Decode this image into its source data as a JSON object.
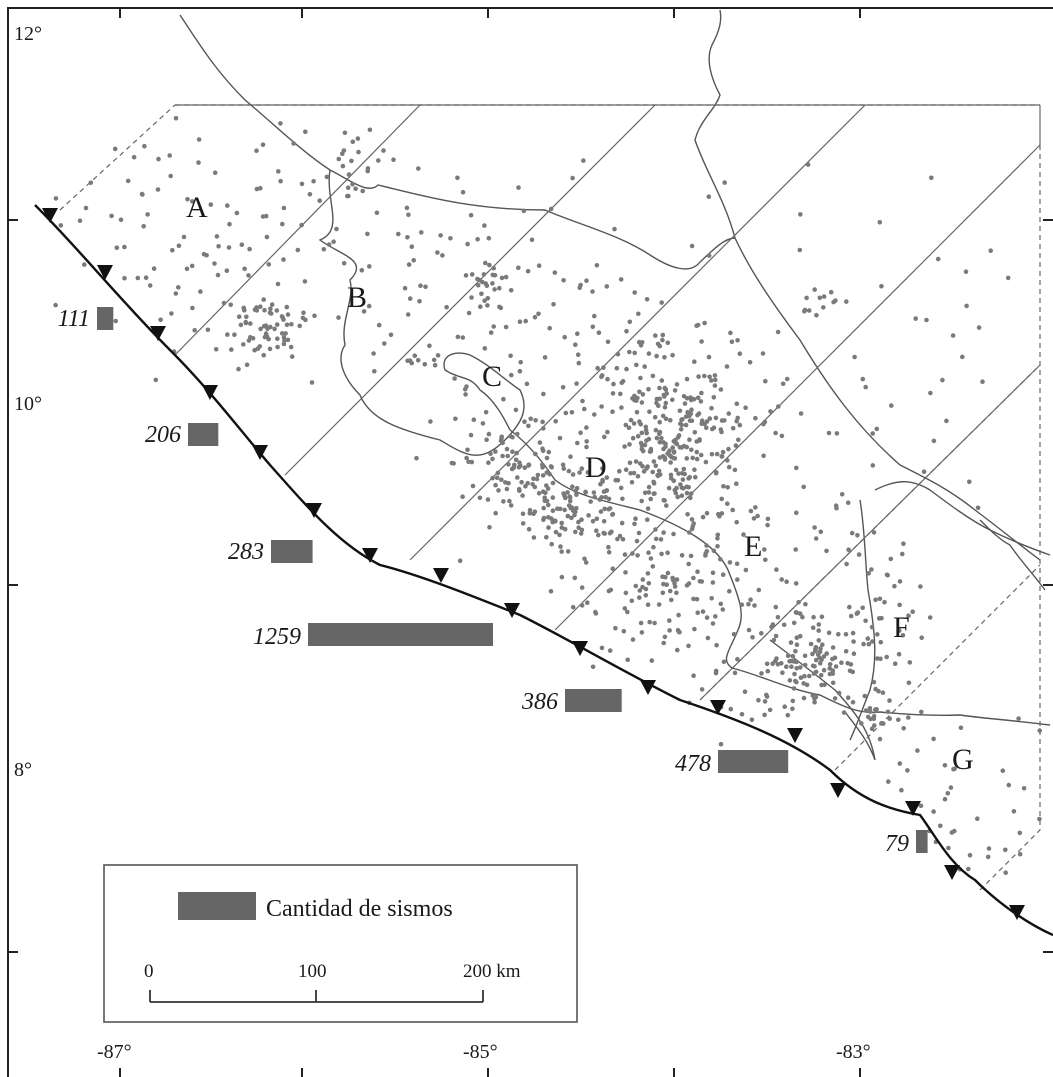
{
  "map": {
    "lat_labels": [
      "12°",
      "10°",
      "8°"
    ],
    "lon_labels": [
      "-87°",
      "-85°",
      "-83°"
    ],
    "zones": [
      "A",
      "B",
      "C",
      "D",
      "E",
      "F",
      "G"
    ],
    "counts": [
      {
        "zone": "A",
        "value": 111,
        "label": "111"
      },
      {
        "zone": "B",
        "value": 206,
        "label": "206"
      },
      {
        "zone": "C",
        "value": 283,
        "label": "283"
      },
      {
        "zone": "D",
        "value": 1259,
        "label": "1259"
      },
      {
        "zone": "E",
        "value": 386,
        "label": "386"
      },
      {
        "zone": "F",
        "value": 478,
        "label": "478"
      },
      {
        "zone": "G",
        "value": 79,
        "label": "79"
      }
    ]
  },
  "legend": {
    "bar_label": "Cantidad de sismos",
    "scale_ticks": [
      "0",
      "100",
      "200 km"
    ]
  },
  "colors": {
    "bar": "#666666",
    "dots": "#7a7a7a",
    "lines": "#666666",
    "trench": "#111111"
  }
}
